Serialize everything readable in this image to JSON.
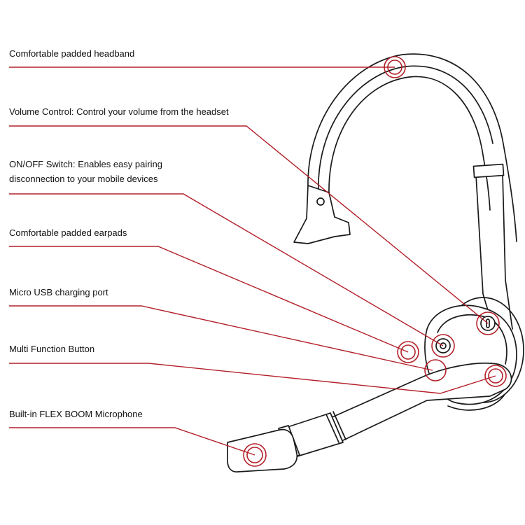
{
  "colors": {
    "accent": "#b3202a",
    "ink": "#1a1a1a"
  },
  "callouts": [
    {
      "id": "headband",
      "lines": [
        "Comfortable padded headband"
      ]
    },
    {
      "id": "volume",
      "lines": [
        "Volume Control: Control your volume from the headset"
      ]
    },
    {
      "id": "onoff",
      "lines": [
        "ON/OFF Switch: Enables easy pairing",
        "disconnection to your mobile devices"
      ]
    },
    {
      "id": "earpads",
      "lines": [
        "Comfortable padded earpads"
      ]
    },
    {
      "id": "usb",
      "lines": [
        "Micro USB charging port"
      ]
    },
    {
      "id": "multi",
      "lines": [
        "Multi Function Button"
      ]
    },
    {
      "id": "microphone",
      "lines": [
        "Built-in FLEX BOOM Microphone"
      ]
    }
  ]
}
